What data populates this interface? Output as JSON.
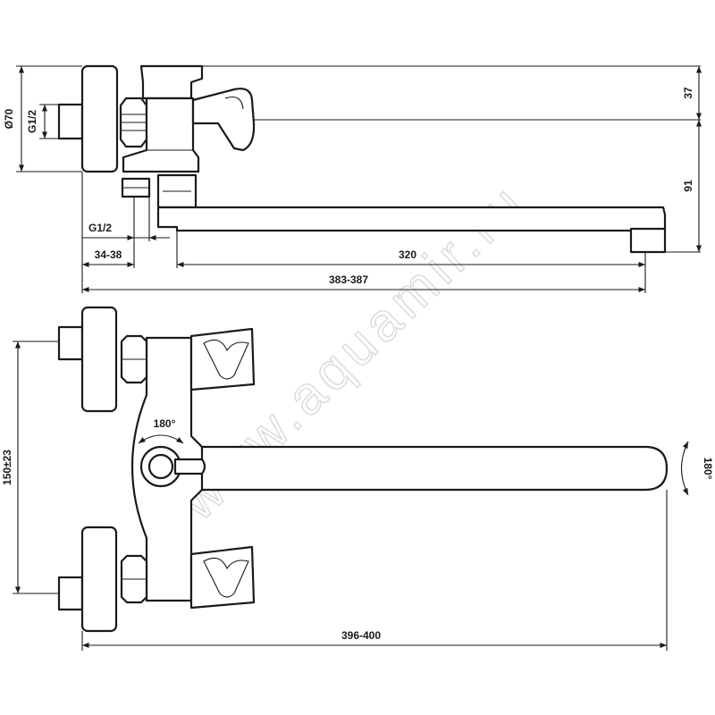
{
  "watermark": "www.aquamir.ru",
  "side_view": {
    "dims": {
      "dia70": "Ø70",
      "g12_left": "G1/2",
      "g12_bottom": "G1/2",
      "d37": "37",
      "d91": "91",
      "d320": "320",
      "d34_38": "34-38",
      "d383_387": "383-387"
    }
  },
  "front_view": {
    "dims": {
      "d150": "150±23",
      "d396_400": "396-400",
      "rot_diverter": "180°",
      "rot_spout": "180°"
    }
  }
}
